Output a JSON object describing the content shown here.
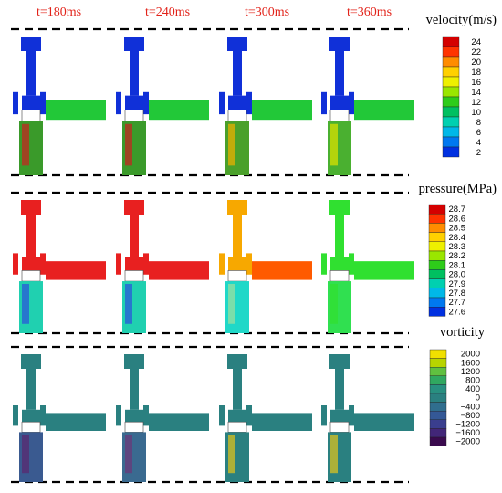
{
  "time_labels": [
    "t=180ms",
    "t=240ms",
    "t=300ms",
    "t=360ms"
  ],
  "rows": [
    {
      "title": "velocity(m/s)",
      "ticks": [
        "24",
        "22",
        "20",
        "18",
        "16",
        "14",
        "12",
        "10",
        "8",
        "6",
        "4",
        "2"
      ],
      "colors": [
        "#d40000",
        "#ff3300",
        "#ff8c00",
        "#ffd000",
        "#eef000",
        "#9ae600",
        "#2ecc1a",
        "#00c060",
        "#00d0b0",
        "#00b8e8",
        "#0078f0",
        "#0030e0"
      ]
    },
    {
      "title": "pressure(MPa)",
      "ticks": [
        "28.7",
        "28.6",
        "28.5",
        "28.4",
        "28.3",
        "28.2",
        "28.1",
        "28.0",
        "27.9",
        "27.8",
        "27.7",
        "27.6"
      ],
      "colors": [
        "#d40000",
        "#ff3300",
        "#ff8c00",
        "#ffd000",
        "#eef000",
        "#9ae600",
        "#2ecc1a",
        "#00c060",
        "#00d0b0",
        "#00b8e8",
        "#0078f0",
        "#0030e0"
      ]
    },
    {
      "title": "vorticity",
      "ticks": [
        "2000",
        "1600",
        "1200",
        "800",
        "400",
        "0",
        "−400",
        "−800",
        "−1200",
        "−1600",
        "−2000"
      ],
      "colors": [
        "#f0e000",
        "#b8d400",
        "#60c040",
        "#30a860",
        "#289080",
        "#2a8080",
        "#306e8e",
        "#345896",
        "#3a3e8e",
        "#422678",
        "#3a0a4e"
      ]
    }
  ],
  "panel_colors": [
    [
      {
        "valve": "#1030d8",
        "pipe": "#22c838",
        "outlet": "#3a9a2a",
        "outlet2": "#c02820"
      },
      {
        "valve": "#1030d8",
        "pipe": "#22c838",
        "outlet": "#3a9a2a",
        "outlet2": "#c02820"
      },
      {
        "valve": "#1030d8",
        "pipe": "#22c838",
        "outlet": "#4aa02a",
        "outlet2": "#e8b000"
      },
      {
        "valve": "#1030d8",
        "pipe": "#22c838",
        "outlet": "#4ab030",
        "outlet2": "#d8e000"
      }
    ],
    [
      {
        "valve": "#e82020",
        "pipe": "#e82020",
        "outlet": "#20d0b0",
        "outlet2": "#2a5ad8"
      },
      {
        "valve": "#e82020",
        "pipe": "#e82020",
        "outlet": "#20d0b0",
        "outlet2": "#2a5ad8"
      },
      {
        "valve": "#f7a800",
        "pipe": "#ff5a00",
        "outlet": "#20d8c8",
        "outlet2": "#9ae0a0"
      },
      {
        "valve": "#30e030",
        "pipe": "#30e030",
        "outlet": "#30e050",
        "outlet2": "#30e030"
      }
    ],
    [
      {
        "valve": "#2a8080",
        "pipe": "#2a8080",
        "outlet": "#3a5a90",
        "outlet2": "#5a2a70"
      },
      {
        "valve": "#2a8080",
        "pipe": "#2a8080",
        "outlet": "#3a6a90",
        "outlet2": "#6a3a7a"
      },
      {
        "valve": "#2a8080",
        "pipe": "#2a8080",
        "outlet": "#2a8080",
        "outlet2": "#d8c020"
      },
      {
        "valve": "#2a8080",
        "pipe": "#2a8080",
        "outlet": "#2a8080",
        "outlet2": "#d8c020"
      }
    ]
  ]
}
